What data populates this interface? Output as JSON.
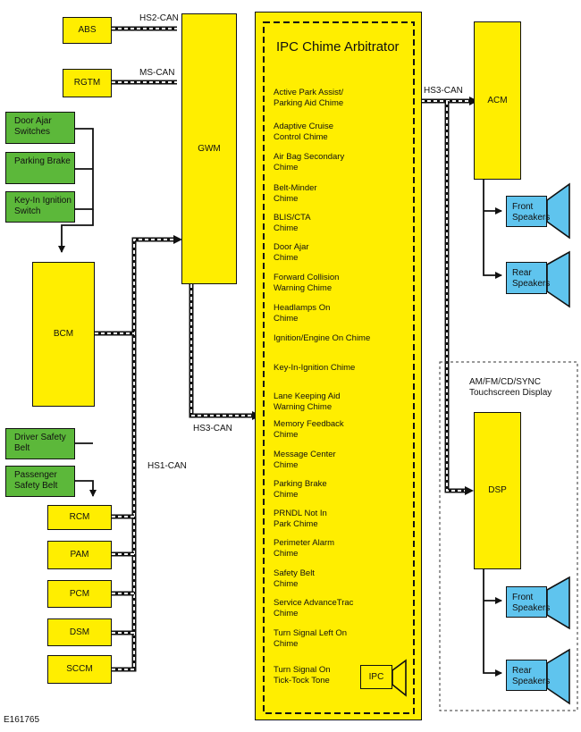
{
  "modules": {
    "abs": "ABS",
    "rgtm": "RGTM",
    "gwm": "GWM",
    "bcm": "BCM",
    "rcm": "RCM",
    "pam": "PAM",
    "pcm": "PCM",
    "dsm": "DSM",
    "sccm": "SCCM",
    "acm": "ACM",
    "dsp": "DSP",
    "ipc": "IPC"
  },
  "inputs": {
    "door_ajar": "Door Ajar Switches",
    "parking_brake": "Parking Brake",
    "key_in": "Key-In Ignition Switch",
    "driver_belt": "Driver Safety Belt",
    "passenger_belt": "Passenger Safety Belt"
  },
  "buses": {
    "hs2": "HS2-CAN",
    "ms": "MS-CAN",
    "hs3_right": "HS3-CAN",
    "hs3_bottom": "HS3-CAN",
    "hs1": "HS1-CAN"
  },
  "arbitrator_title": "IPC Chime Arbitrator",
  "chimes": [
    "Active Park Assist/ Parking Aid Chime",
    "Adaptive Cruise Control Chime",
    "Air Bag Secondary Chime",
    "Belt-Minder Chime",
    "BLIS/CTA Chime",
    "Door Ajar Chime",
    "Forward Collision Warning Chime",
    "Headlamps On Chime",
    "Ignition/Engine On Chime",
    "Key-In-Ignition Chime",
    "Lane Keeping Aid Warning Chime",
    "Memory Feedback Chime",
    "Message Center Chime",
    "Parking Brake Chime",
    "PRNDL Not In Park Chime",
    "Perimeter Alarm Chime",
    "Safety Belt Chime",
    "Service AdvanceTrac Chime",
    "Turn Signal Left On Chime",
    "Turn Signal On Tick-Tock Tone"
  ],
  "speakers": {
    "front_1": "Front Speakers",
    "rear_1": "Rear Speakers",
    "front_2": "Front Speakers",
    "rear_2": "Rear Speakers"
  },
  "display_group": "AM/FM/CD/SYNC Touchscreen Display",
  "figure_id": "E161765"
}
